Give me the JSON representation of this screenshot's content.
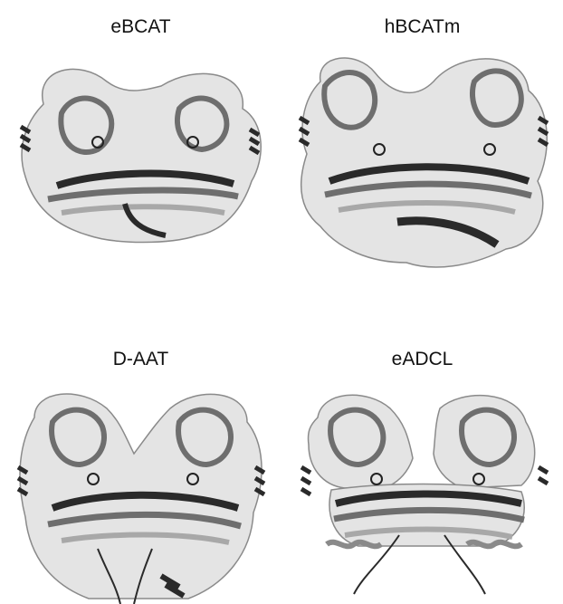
{
  "figure": {
    "panels": [
      {
        "label": "eBCAT"
      },
      {
        "label": "hBCATm"
      },
      {
        "label": "D-AAT"
      },
      {
        "label": "eADCL"
      }
    ],
    "colors": {
      "surface": "#e4e4e4",
      "surface_edge": "#8a8a8a",
      "ribbon_dark": "#2a2a2a",
      "ribbon_mid": "#6e6e6e",
      "ribbon_light": "#a8a8a8"
    }
  }
}
